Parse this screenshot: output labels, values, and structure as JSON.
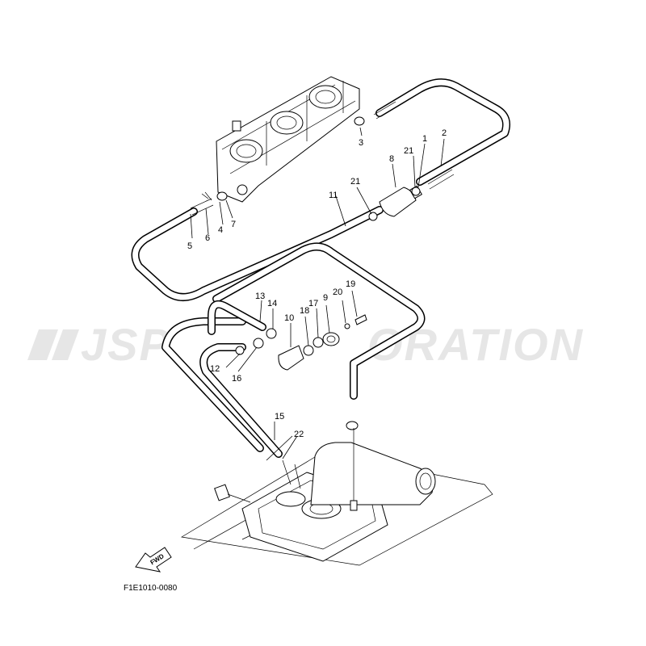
{
  "watermark": {
    "left": "JSP",
    "right": "ORATION"
  },
  "figure_code": "F1E1010-0080",
  "fwd_label": "FWD",
  "callouts": [
    "1",
    "2",
    "3",
    "4",
    "5",
    "6",
    "7",
    "8",
    "9",
    "10",
    "11",
    "12",
    "13",
    "14",
    "15",
    "16",
    "17",
    "18",
    "19",
    "20",
    "21",
    "21",
    "22"
  ]
}
